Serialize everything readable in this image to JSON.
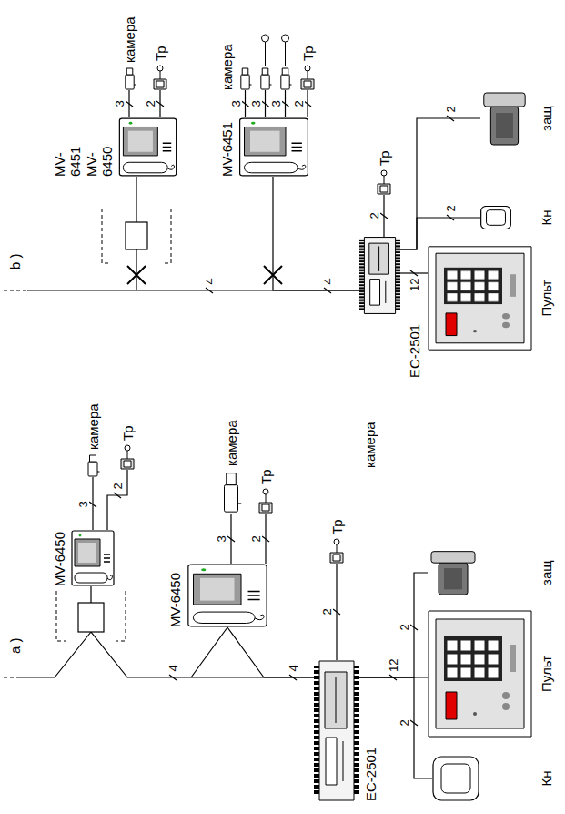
{
  "diagram": {
    "nodes": [
      {
        "text": [
          "MV-6450"
        ]
      },
      {
        "text": [
          "камера"
        ]
      },
      {
        "text": [
          "Тр"
        ]
      },
      {
        "text": [
          "MV-6450"
        ]
      },
      {
        "text": [
          "камера"
        ]
      },
      {
        "text": [
          "Тр"
        ]
      },
      {
        "text": [
          "EC-2501"
        ]
      },
      {
        "text": [
          "Тр"
        ]
      },
      {
        "text": [
          "Пульт"
        ]
      },
      {
        "text": [
          "защ"
        ]
      },
      {
        "text": [
          "Кн"
        ]
      },
      {
        "text": [
          "MV-6451 MV-6450"
        ]
      },
      {
        "text": [
          "камера"
        ]
      },
      {
        "text": [
          "Тр"
        ]
      },
      {
        "text": [
          "MV-6451"
        ]
      },
      {
        "text": [
          "камера"
        ]
      },
      {
        "text": [
          "Тр"
        ]
      },
      {
        "text": [
          "EC-2501"
        ]
      },
      {
        "text": [
          "Тр"
        ]
      },
      {
        "text": [
          "Пульт"
        ]
      },
      {
        "text": [
          "Кн"
        ]
      },
      {
        "text": [
          "защ"
        ]
      }
    ],
    "edges": [
      {
        "from": 0,
        "to": 1,
        "label": "3",
        "arrow": "none"
      },
      {
        "from": 0,
        "to": 2,
        "label": "2",
        "arrow": "none"
      },
      {
        "from": 3,
        "to": 4,
        "label": "3",
        "arrow": "none"
      },
      {
        "from": 3,
        "to": 5,
        "label": "2",
        "arrow": "none"
      },
      {
        "from": 0,
        "to": 6,
        "label": "4",
        "arrow": "none"
      },
      {
        "from": 3,
        "to": 6,
        "label": "4",
        "arrow": "none"
      },
      {
        "from": 6,
        "to": 7,
        "label": "2",
        "arrow": "none"
      },
      {
        "from": 6,
        "to": 8,
        "label": "12",
        "arrow": "none"
      },
      {
        "from": 6,
        "to": 10,
        "label": "2",
        "arrow": "none"
      },
      {
        "from": 6,
        "to": 9,
        "label": "2",
        "arrow": "none"
      },
      {
        "from": 11,
        "to": 12,
        "label": "3",
        "arrow": "none"
      },
      {
        "from": 11,
        "to": 13,
        "label": "2",
        "arrow": "none"
      },
      {
        "from": 14,
        "to": 15,
        "label": "3",
        "arrow": "none"
      },
      {
        "from": 14,
        "to": 15,
        "label": "3",
        "arrow": "none"
      },
      {
        "from": 14,
        "to": 15,
        "label": "3",
        "arrow": "none"
      },
      {
        "from": 14,
        "to": 16,
        "label": "2",
        "arrow": "none"
      },
      {
        "from": 11,
        "to": 17,
        "label": "4",
        "arrow": "none"
      },
      {
        "from": 14,
        "to": 17,
        "label": "4",
        "arrow": "none"
      },
      {
        "from": 17,
        "to": 18,
        "label": "2",
        "arrow": "none"
      },
      {
        "from": 17,
        "to": 19,
        "label": "12",
        "arrow": "none"
      },
      {
        "from": 17,
        "to": 20,
        "label": "2",
        "arrow": "none"
      },
      {
        "from": 17,
        "to": 21,
        "label": "2",
        "arrow": "none"
      }
    ],
    "labels": [
      "a )",
      "b )",
      "камера"
    ]
  }
}
